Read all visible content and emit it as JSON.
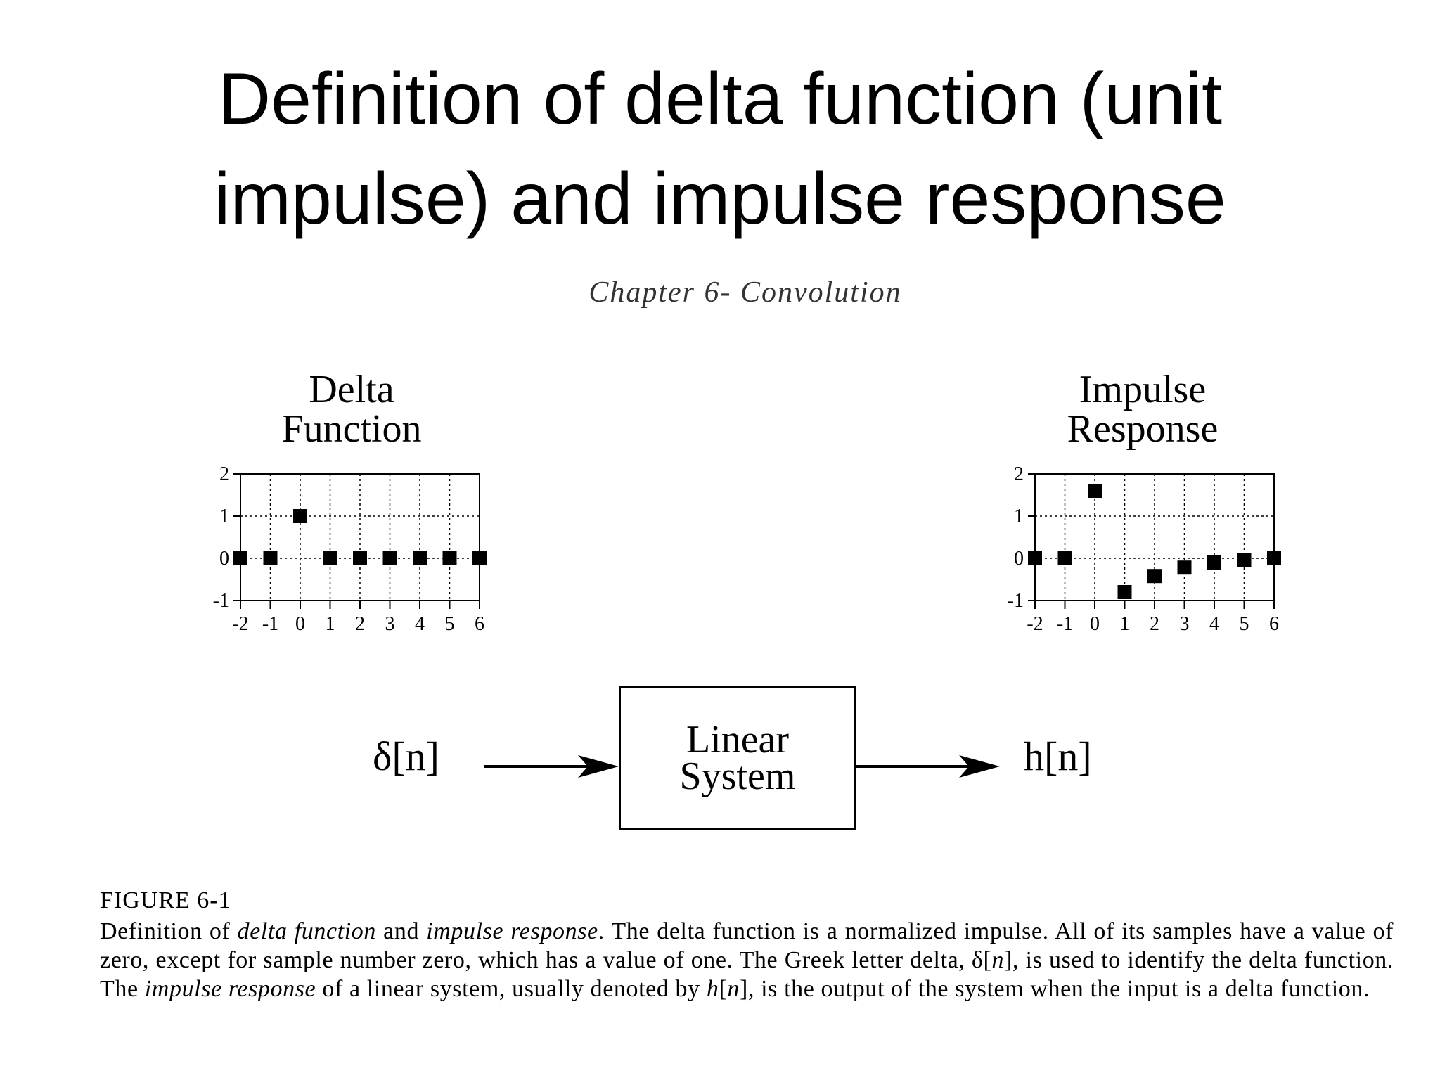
{
  "slide": {
    "title_line1": "Definition of delta function (unit",
    "title_line2": "impulse) and impulse response",
    "chapter_header": "Chapter 6- Convolution"
  },
  "diagram": {
    "left_plot_title_line1": "Delta",
    "left_plot_title_line2": "Function",
    "right_plot_title_line1": "Impulse",
    "right_plot_title_line2": "Response",
    "input_label": "δ[n]",
    "system_label_line1": "Linear",
    "system_label_line2": "System",
    "output_label": "h[n]"
  },
  "chart_data": [
    {
      "type": "scatter",
      "title": "Delta Function",
      "x": [
        -2,
        -1,
        0,
        1,
        2,
        3,
        4,
        5,
        6
      ],
      "y": [
        0,
        0,
        1,
        0,
        0,
        0,
        0,
        0,
        0
      ],
      "xlim": [
        -2,
        6
      ],
      "ylim": [
        -1,
        2
      ],
      "xticks": [
        "-2",
        "-1",
        "0",
        "1",
        "2",
        "3",
        "4",
        "5",
        "6"
      ],
      "yticks": [
        "2",
        "1",
        "0",
        "-1"
      ],
      "grid": true
    },
    {
      "type": "scatter",
      "title": "Impulse Response",
      "x": [
        -2,
        -1,
        0,
        1,
        2,
        3,
        4,
        5,
        6
      ],
      "y": [
        0,
        0,
        1.6,
        -0.8,
        -0.42,
        -0.22,
        -0.1,
        -0.05,
        0
      ],
      "xlim": [
        -2,
        6
      ],
      "ylim": [
        -1,
        2
      ],
      "xticks": [
        "-2",
        "-1",
        "0",
        "1",
        "2",
        "3",
        "4",
        "5",
        "6"
      ],
      "yticks": [
        "2",
        "1",
        "0",
        "-1"
      ],
      "grid": true
    }
  ],
  "figure": {
    "label": "FIGURE 6-1",
    "caption": {
      "s1": "Definition of ",
      "s2": "delta function",
      "s3": " and ",
      "s4": "impulse response",
      "s5": ". The delta function is a normalized impulse.  All of its samples have a value of zero, except for sample number zero, which has a value of one.  The Greek letter delta, δ[",
      "s6": "n",
      "s7": "], is used to identify the delta function.  The ",
      "s8": "impulse response",
      "s9": " of a linear system, usually denoted by ",
      "s10": "h",
      "s11": "[",
      "s12": "n",
      "s13": "], is the output of the system when the input is a delta function."
    }
  }
}
